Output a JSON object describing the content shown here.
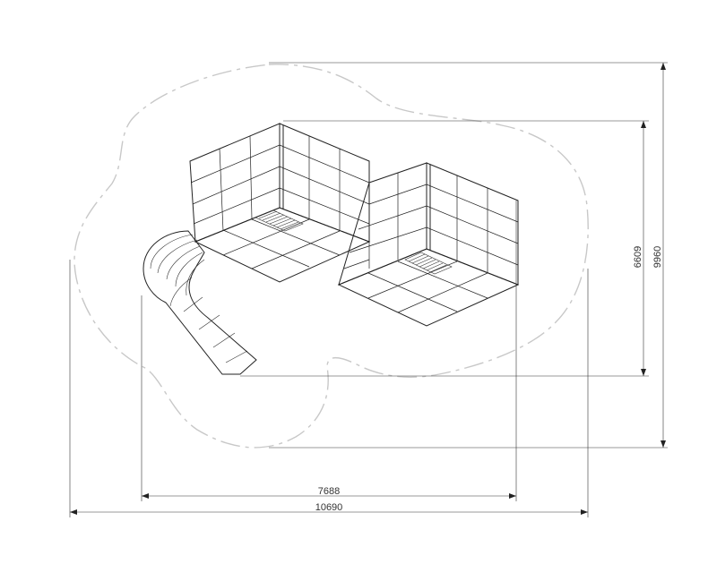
{
  "dimensions": {
    "width_small": "7688",
    "width_total": "10690",
    "height_small": "6609",
    "height_total": "9960"
  },
  "colors": {
    "line": "#222222",
    "safety_zone": "#c8c8c8"
  }
}
